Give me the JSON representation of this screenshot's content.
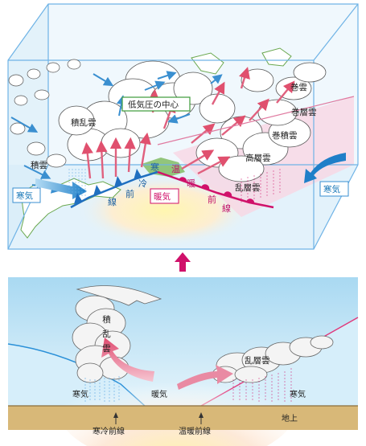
{
  "top_diagram": {
    "center_label": "低気圧の中心",
    "cloud_labels": {
      "cirrus": "巻雲",
      "cirrostratus": "巻層雲",
      "cirrocumulus": "巻積雲",
      "altostratus": "高層雲",
      "nimbostratus": "乱層雲",
      "cumulonimbus": "積乱雲",
      "cumulus": "積雲"
    },
    "cold_air_left": "寒気",
    "cold_air_right": "寒気",
    "warm_air": "暖気",
    "cold_front_chars": [
      "寒",
      "冷",
      "前",
      "線"
    ],
    "warm_front_chars": [
      "温",
      "暖",
      "前",
      "線"
    ]
  },
  "bottom_diagram": {
    "cumulonimbus_chars": [
      "積",
      "乱",
      "雲"
    ],
    "nimbostratus": "乱層雲",
    "cold_air_left": "寒気",
    "warm_air": "暖気",
    "cold_air_right": "寒気",
    "cold_front": "寒冷前線",
    "warm_front": "温暖前線",
    "ground": "地上"
  },
  "colors": {
    "box_edge": "#6fb3e6",
    "cold_arrow": "#1f7fc8",
    "warm_arrow": "#e0607e",
    "magenta": "#d0116a",
    "ground": "#d8b878",
    "sky": "#bfe3f5"
  }
}
